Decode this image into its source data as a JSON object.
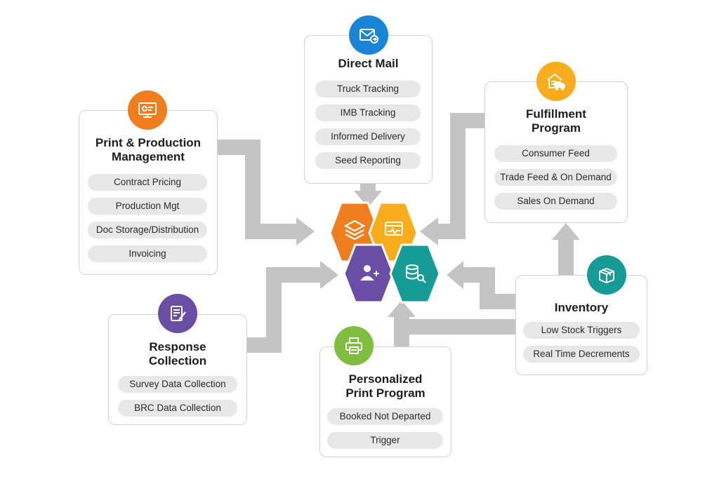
{
  "colors": {
    "orange": "#f07d1e",
    "yellow": "#f9ad1c",
    "purple": "#6a4ea6",
    "teal": "#169c94",
    "blue": "#1a84d6",
    "green": "#7fbe3e",
    "arrow": "#c4c4c4",
    "pill": "#e8e8e8"
  },
  "direct_mail": {
    "icon": "envelope-icon",
    "title": "Direct Mail",
    "items": [
      "Truck Tracking",
      "IMB Tracking",
      "Informed Delivery",
      "Seed Reporting"
    ]
  },
  "print_production": {
    "icon": "monitor-settings-icon",
    "title": "Print & Production\nManagement",
    "items": [
      "Contract Pricing",
      "Production Mgt",
      "Doc Storage/Distribution",
      "Invoicing"
    ]
  },
  "fulfillment": {
    "icon": "warehouse-truck-icon",
    "title": "Fulfillment\nProgram",
    "items": [
      "Consumer Feed",
      "Trade Feed & On Demand",
      "Sales On Demand"
    ]
  },
  "inventory": {
    "icon": "box-icon",
    "title": "Inventory",
    "items": [
      "Low Stock Triggers",
      "Real Time Decrements"
    ]
  },
  "response": {
    "icon": "clipboard-pen-icon",
    "title": "Response\nCollection",
    "items": [
      "Survey Data Collection",
      "BRC Data Collection"
    ]
  },
  "personalized": {
    "icon": "printer-icon",
    "title": "Personalized\nPrint Program",
    "items": [
      "Booked Not Departed",
      "Trigger"
    ]
  },
  "hub_icons": [
    "layers-icon",
    "dashboard-window-icon",
    "add-user-icon",
    "database-search-icon"
  ]
}
